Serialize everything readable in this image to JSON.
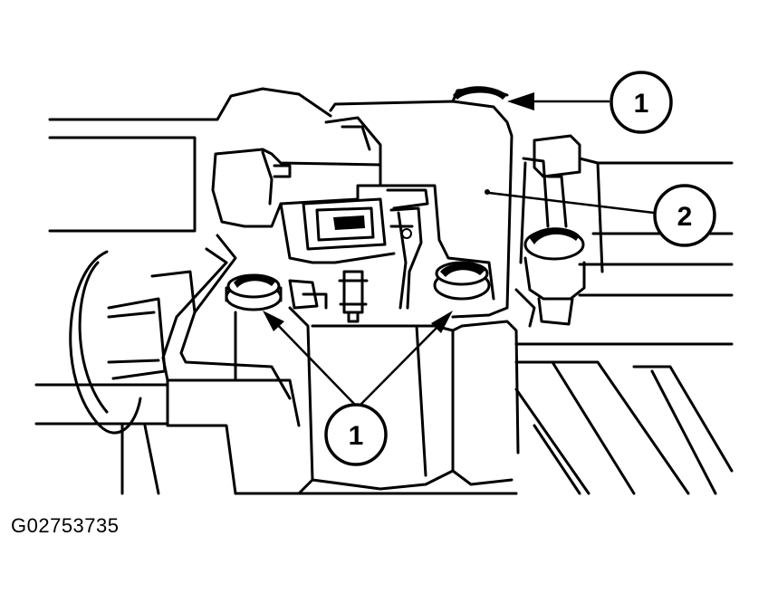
{
  "figure": {
    "id_label": "G02753735"
  },
  "callouts": [
    {
      "label": "1"
    },
    {
      "label": "2"
    },
    {
      "label": "1"
    }
  ],
  "colors": {
    "line": "#000000",
    "background": "#ffffff"
  }
}
